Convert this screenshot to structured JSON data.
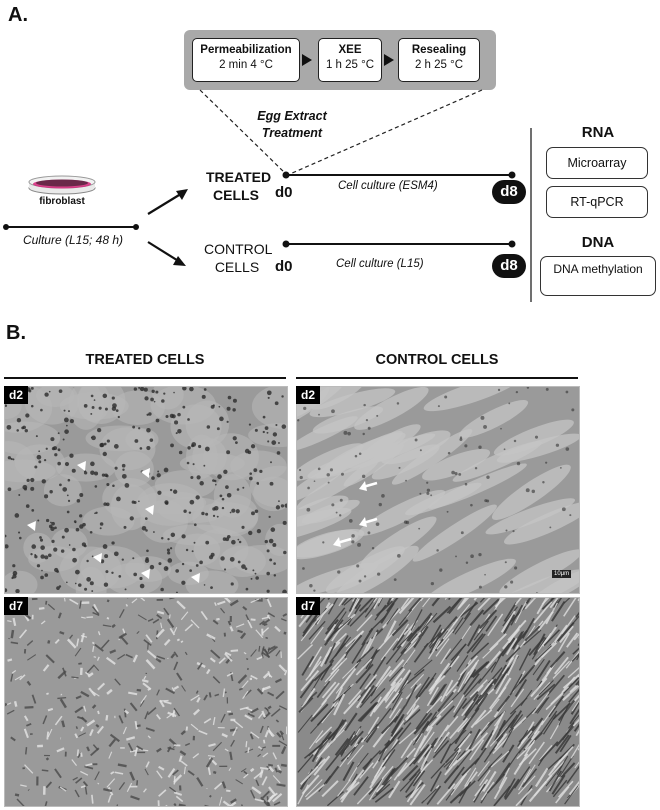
{
  "panel_a": {
    "letter": "A.",
    "process": {
      "steps": [
        {
          "name": "Permeabilization",
          "detail": "2 min 4 °C"
        },
        {
          "name": "XEE",
          "detail": "1 h 25 °C"
        },
        {
          "name": "Resealing",
          "detail": "2 h 25 °C"
        }
      ]
    },
    "egg_extract_label": "Egg Extract Treatment",
    "dish_label": "fibroblast",
    "culture_label": "Culture (L15; 48 h)",
    "treated": {
      "line1": "TREATED",
      "line2": "CELLS",
      "start": "d0",
      "end": "d8",
      "culture": "Cell culture (ESM4)"
    },
    "control": {
      "line1": "CONTROL",
      "line2": "CELLS",
      "start": "d0",
      "end": "d8",
      "culture": "Cell culture (L15)"
    },
    "rna": {
      "title": "RNA",
      "assays": [
        "Microarray",
        "RT-qPCR"
      ]
    },
    "dna": {
      "title": "DNA",
      "assays": [
        "DNA methylation"
      ]
    }
  },
  "panel_b": {
    "letter": "B.",
    "treated_header": "TREATED CELLS",
    "control_header": "CONTROL CELLS",
    "images": [
      {
        "tag": "d2",
        "group": "treated"
      },
      {
        "tag": "d2",
        "group": "control",
        "scale": "10μm"
      },
      {
        "tag": "d7",
        "group": "treated"
      },
      {
        "tag": "d7",
        "group": "control"
      }
    ]
  },
  "colors": {
    "process_bg": "#a9a9a9",
    "badge": "#111111",
    "dish_cells": "#d6247a"
  }
}
